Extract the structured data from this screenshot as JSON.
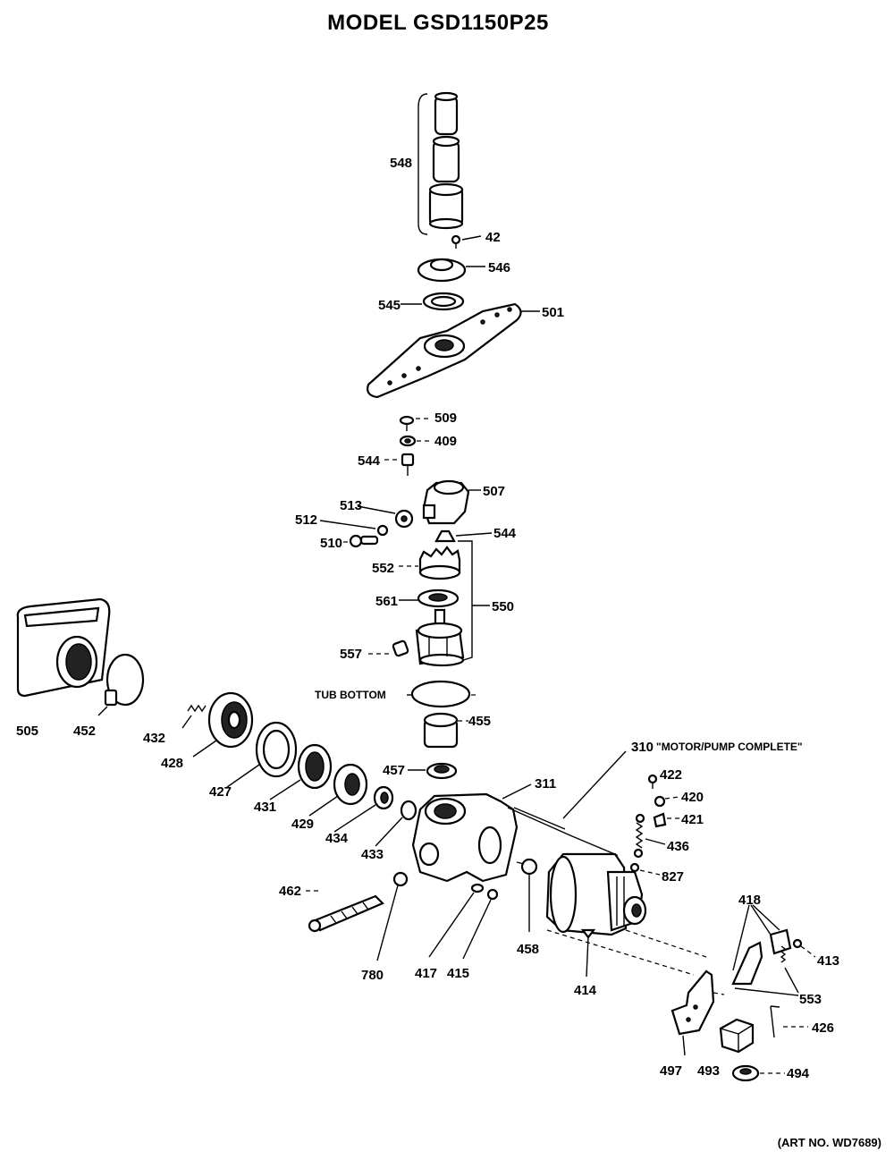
{
  "title": "MODEL GSD1150P25",
  "art_number": "(ART NO. WD7689)",
  "labels": {
    "p548": "548",
    "p42": "42",
    "p546": "546",
    "p545": "545",
    "p501": "501",
    "p509": "509",
    "p409": "409",
    "p544a": "544",
    "p507": "507",
    "p513": "513",
    "p512": "512",
    "p510": "510",
    "p544b": "544",
    "p552": "552",
    "p561": "561",
    "p550": "550",
    "p557": "557",
    "tub_bottom": "TUB BOTTOM",
    "p505": "505",
    "p452": "452",
    "p432": "432",
    "p428a": "428",
    "p455": "455",
    "p310": "310",
    "motor_pump": "\"MOTOR/PUMP COMPLETE\"",
    "p427": "427",
    "p457": "457",
    "p311": "311",
    "p422": "422",
    "p420": "420",
    "p421": "421",
    "p431": "431",
    "p429": "429",
    "p434": "434",
    "p433": "433",
    "p436": "436",
    "p827": "827",
    "p462": "462",
    "p418": "418",
    "p413": "413",
    "p458": "458",
    "p780": "780",
    "p417": "417",
    "p415": "415",
    "p414": "414",
    "p553": "553",
    "p426": "426",
    "p497": "497",
    "p493": "493",
    "p494": "494"
  }
}
